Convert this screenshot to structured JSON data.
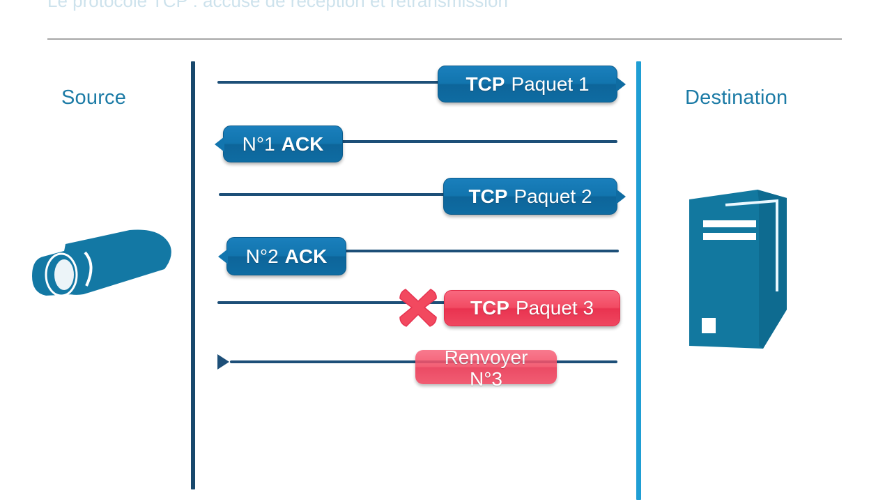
{
  "slide": {
    "title_partial": "Le protocole TCP : accusé de réception et retransmission",
    "background_color": "#ffffff",
    "rule_color": "#a6a6a6"
  },
  "endpoints": {
    "source": {
      "label": "Source",
      "icon": "camera-icon",
      "lifeline_color": "#18486c"
    },
    "destination": {
      "label": "Destination",
      "icon": "server-icon",
      "lifeline_color": "#1f9ed4"
    }
  },
  "palette": {
    "label_blue": "#1c7ba6",
    "bubble_blue": "#1275ae",
    "bubble_red": "#f24b63",
    "wire": "#1d4f78",
    "cross_red": "#f2495f"
  },
  "messages": [
    {
      "id": "packet-1",
      "direction": "source-to-destination",
      "bold_text": "TCP",
      "regular_text": "Paquet 1",
      "style": "blue",
      "status": "delivered"
    },
    {
      "id": "ack-1",
      "direction": "destination-to-source",
      "regular_text": "N°1",
      "bold_text": "ACK",
      "style": "blue",
      "status": "delivered"
    },
    {
      "id": "packet-2",
      "direction": "source-to-destination",
      "bold_text": "TCP",
      "regular_text": "Paquet 2",
      "style": "blue",
      "status": "delivered"
    },
    {
      "id": "ack-2",
      "direction": "destination-to-source",
      "regular_text": "N°2",
      "bold_text": "ACK",
      "style": "blue",
      "status": "delivered"
    },
    {
      "id": "packet-3",
      "direction": "source-to-destination",
      "bold_text": "TCP",
      "regular_text": "Paquet 3",
      "style": "red",
      "status": "lost",
      "marker": "error-cross"
    },
    {
      "id": "resend-3",
      "direction": "destination-to-source",
      "line_1": "Renvoyer",
      "line_2": "N°3",
      "style": "red",
      "status": "request-retransmission"
    }
  ]
}
